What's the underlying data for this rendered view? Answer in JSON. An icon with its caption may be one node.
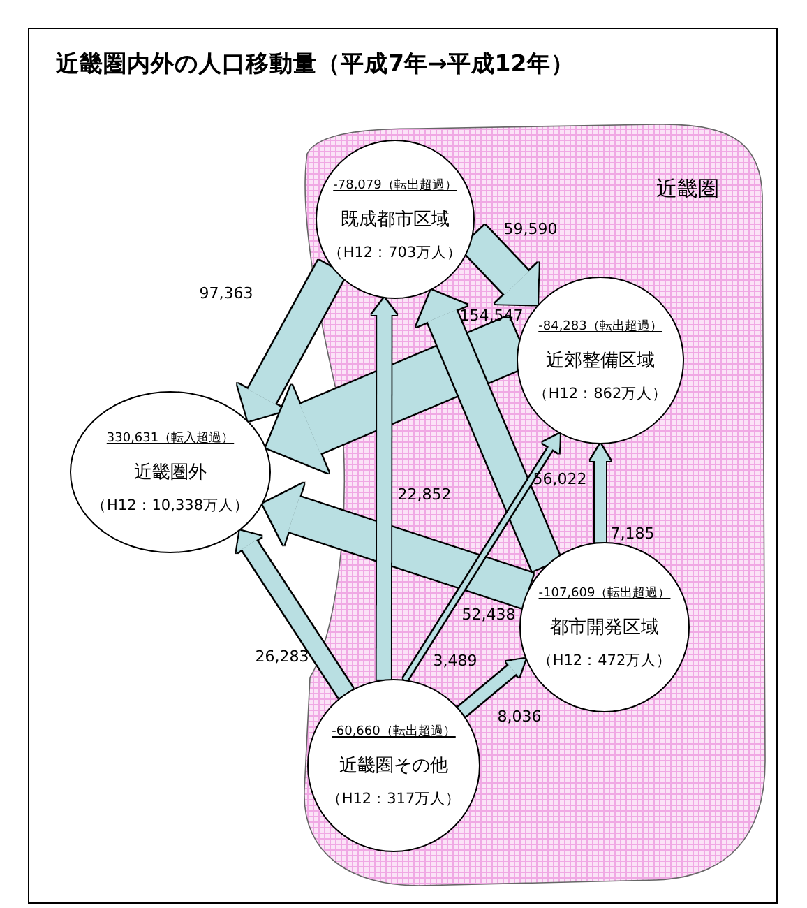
{
  "diagram": {
    "title": "近畿圏内外の人口移動量（平成7年→平成12年）",
    "nodes": [
      {
        "text": [
          "近畿圏"
        ]
      },
      {
        "text": [
          "-78,079（転出超過）",
          "既成都市区域",
          "（H12：703万人）"
        ],
        "in": 0
      },
      {
        "text": [
          "-84,283（転出超過）",
          "近郊整備区域",
          "（H12：862万人）"
        ],
        "in": 0
      },
      {
        "text": [
          "330,631（転入超過）",
          "近畿圏外",
          "（H12：10,338万人）"
        ]
      },
      {
        "text": [
          "-107,609（転出超過）",
          "都市開発区域",
          "（H12：472万人）"
        ],
        "in": 0
      },
      {
        "text": [
          "-60,660（転出超過）",
          "近畿圏その他",
          "（H12：317万人）"
        ],
        "in": 0
      }
    ],
    "edges": [
      {
        "from": 1,
        "to": 3,
        "arrow": "to",
        "label": "97,363",
        "style": "thick"
      },
      {
        "from": 1,
        "to": 2,
        "arrow": "to",
        "label": "59,590",
        "style": "thick"
      },
      {
        "from": 2,
        "to": 3,
        "arrow": "to",
        "label": "154,547",
        "style": "thick"
      },
      {
        "from": 4,
        "to": 1,
        "arrow": "to",
        "label": "56,022",
        "style": "thick"
      },
      {
        "from": 4,
        "to": 3,
        "arrow": "to",
        "label": "52,438",
        "style": "thick"
      },
      {
        "from": 4,
        "to": 2,
        "arrow": "to",
        "label": "7,185"
      },
      {
        "from": 5,
        "to": 3,
        "arrow": "to",
        "label": "26,283"
      },
      {
        "from": 5,
        "to": 1,
        "arrow": "to",
        "label": "22,852"
      },
      {
        "from": 5,
        "to": 2,
        "arrow": "to",
        "label": "3,489"
      },
      {
        "from": 5,
        "to": 4,
        "arrow": "to",
        "label": "8,036"
      }
    ]
  }
}
